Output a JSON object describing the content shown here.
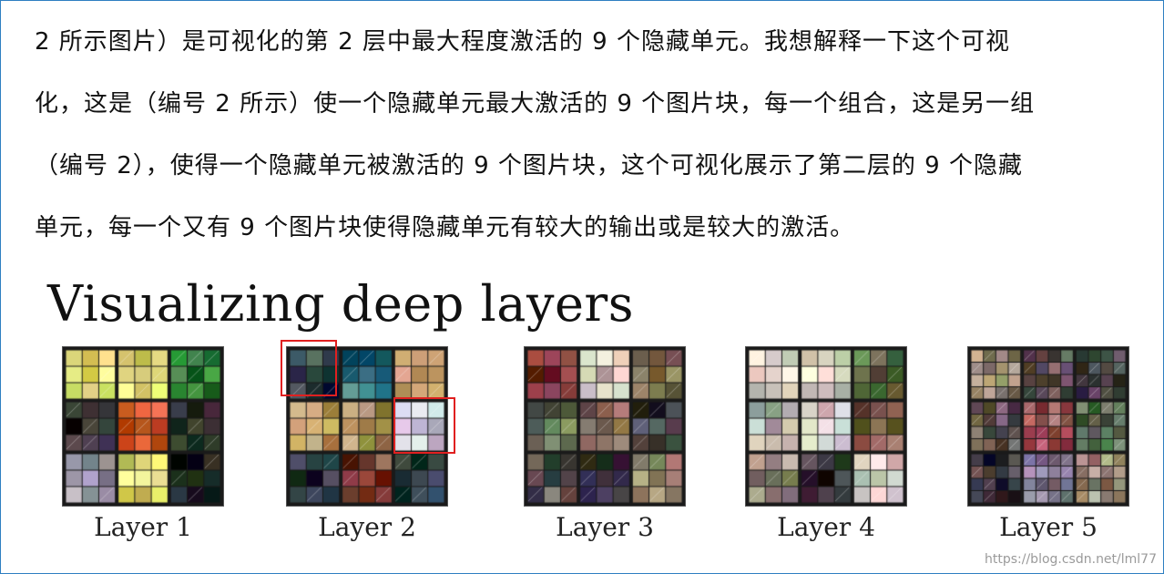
{
  "paragraph": {
    "lines": [
      "2 所示图片）是可视化的第 2 层中最大程度激活的 9 个隐藏单元。我想解释一下这个可视",
      "化，这是（编号 2 所示）使一个隐藏单元最大激活的 9 个图片块，每一个组合，这是另一组",
      "（编号 2），使得一个隐藏单元被激活的 9 个图片块，这个可视化展示了第二层的 9 个隐藏",
      "单元，每一个又有 9 个图片块使得隐藏单元有较大的输出或是较大的激活。"
    ]
  },
  "slide": {
    "title": "Visualizing deep layers",
    "layers": [
      {
        "label": "Layer 1"
      },
      {
        "label": "Layer 2"
      },
      {
        "label": "Layer 3"
      },
      {
        "label": "Layer 4"
      },
      {
        "label": "Layer 5"
      }
    ],
    "highlight_color": "#e02020"
  },
  "watermark": "https://blog.csdn.net/lml77"
}
